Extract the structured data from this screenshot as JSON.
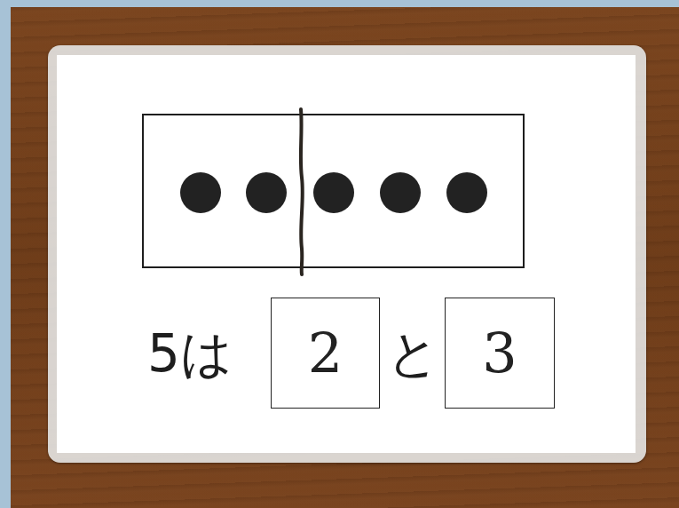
{
  "diagram": {
    "nodes": [
      {
        "text": [
          "2"
        ]
      },
      {
        "text": [
          "3"
        ]
      }
    ],
    "labels": [
      "5は",
      "と"
    ]
  }
}
